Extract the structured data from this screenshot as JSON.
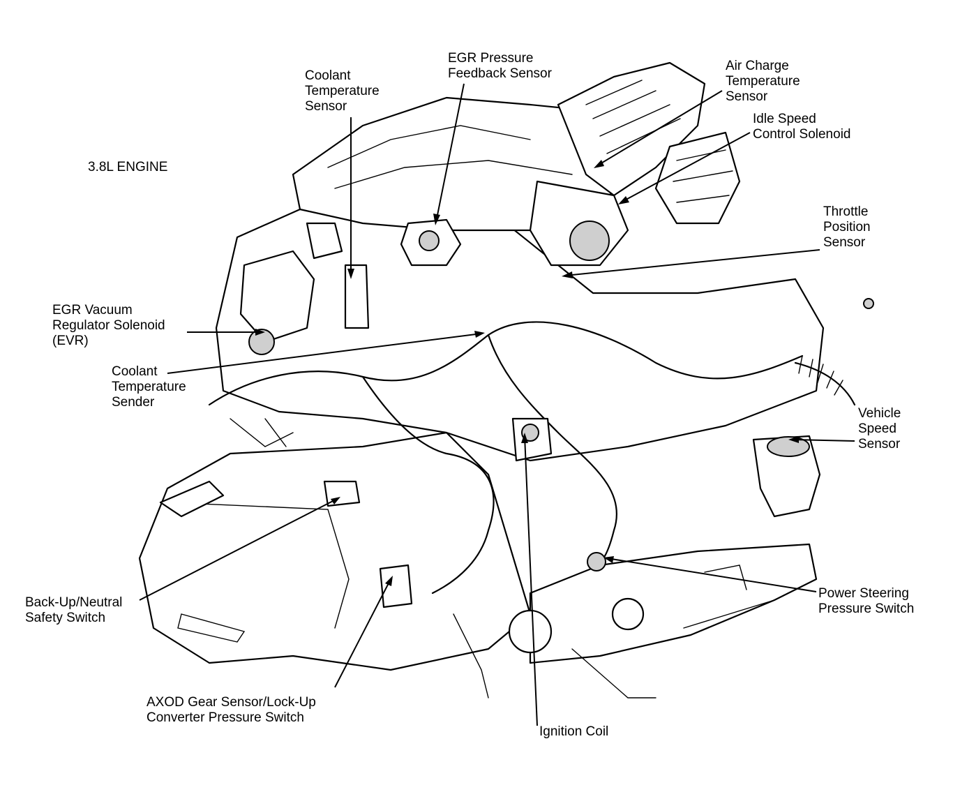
{
  "title": "3.8L ENGINE",
  "callouts": [
    {
      "id": "coolant-temp-sensor",
      "lines": [
        "Coolant",
        "Temperature",
        "Sensor"
      ]
    },
    {
      "id": "egr-pressure-feedback-sensor",
      "lines": [
        "EGR Pressure",
        "Feedback Sensor"
      ]
    },
    {
      "id": "air-charge-temp-sensor",
      "lines": [
        "Air Charge",
        "Temperature",
        "Sensor"
      ]
    },
    {
      "id": "idle-speed-control-solenoid",
      "lines": [
        "Idle Speed",
        "Control Solenoid"
      ]
    },
    {
      "id": "throttle-position-sensor",
      "lines": [
        "Throttle",
        "Position",
        "Sensor"
      ]
    },
    {
      "id": "egr-vacuum-regulator-solenoid",
      "lines": [
        "EGR Vacuum",
        "Regulator Solenoid",
        "(EVR)"
      ]
    },
    {
      "id": "coolant-temp-sender",
      "lines": [
        "Coolant",
        "Temperature",
        "Sender"
      ]
    },
    {
      "id": "vehicle-speed-sensor",
      "lines": [
        "Vehicle",
        "Speed",
        "Sensor"
      ]
    },
    {
      "id": "backup-neutral-safety-switch",
      "lines": [
        "Back-Up/Neutral",
        "Safety Switch"
      ]
    },
    {
      "id": "power-steering-pressure-switch",
      "lines": [
        "Power Steering",
        "Pressure Switch"
      ]
    },
    {
      "id": "axod-gear-sensor",
      "lines": [
        "AXOD Gear Sensor/Lock-Up",
        "Converter Pressure Switch"
      ]
    },
    {
      "id": "ignition-coil",
      "lines": [
        "Ignition Coil"
      ]
    }
  ]
}
